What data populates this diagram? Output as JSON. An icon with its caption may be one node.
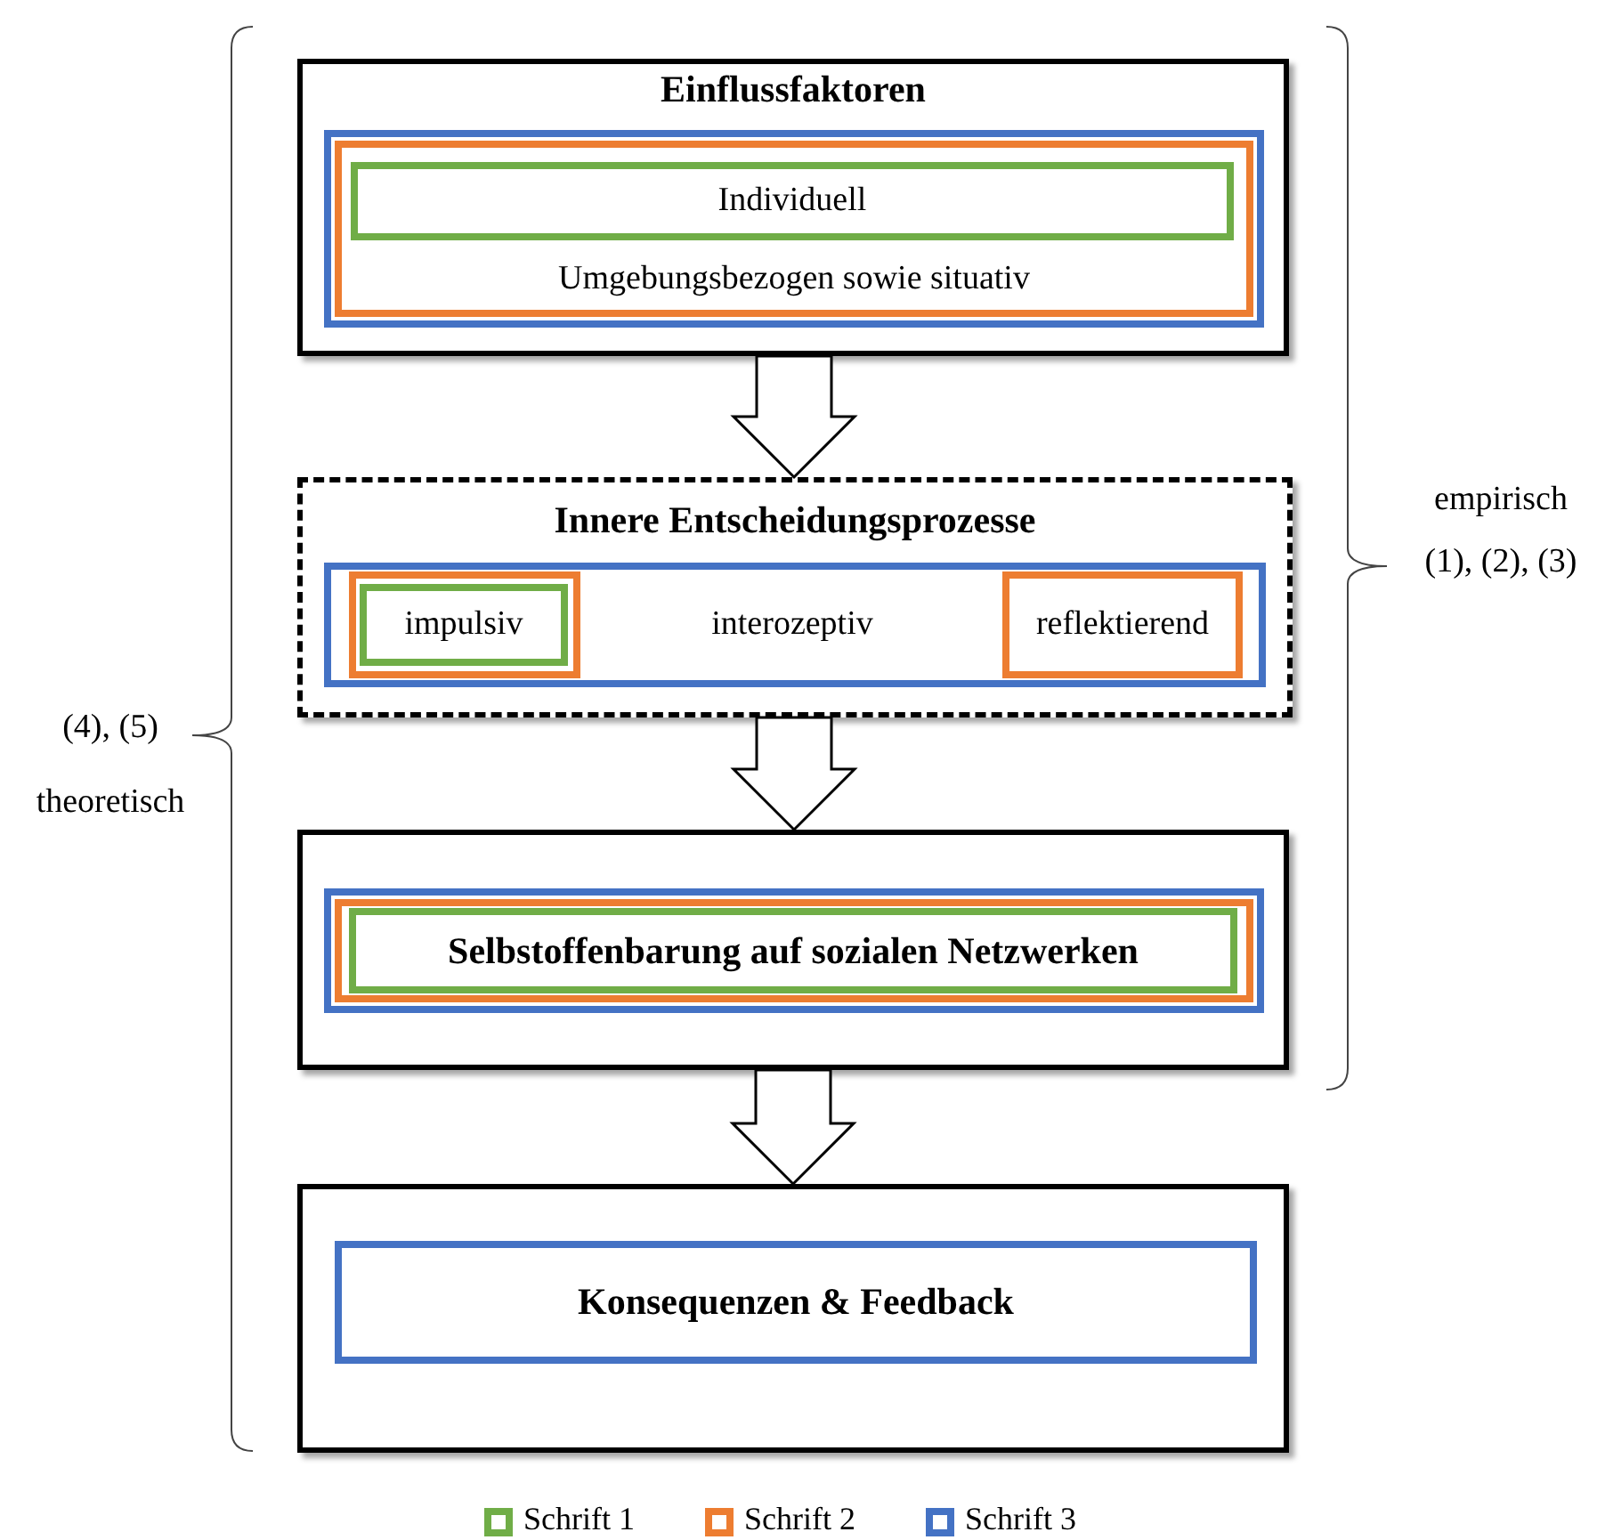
{
  "diagram": {
    "nodes": [
      {
        "text": [
          "Einflussfaktoren"
        ]
      },
      {
        "text": [],
        "shape": "box",
        "in": 0
      },
      {
        "text": [
          "Umgebungsbezogen sowie situativ"
        ],
        "in": 1
      },
      {
        "text": [
          "Individuell"
        ],
        "in": 2
      },
      {
        "text": [
          "Innere Entscheidungsprozesse"
        ]
      },
      {
        "text": [
          "interozeptiv"
        ],
        "in": 4
      },
      {
        "text": [],
        "shape": "box",
        "in": 5
      },
      {
        "text": [
          "impulsiv"
        ],
        "in": 6
      },
      {
        "text": [
          "reflektierend"
        ],
        "in": 5
      },
      {
        "text": [],
        "shape": "box"
      },
      {
        "text": [],
        "shape": "box",
        "in": 9
      },
      {
        "text": [],
        "shape": "box",
        "in": 10
      },
      {
        "text": [
          "Selbstoffenbarung auf sozialen Netzwerken"
        ],
        "in": 11
      },
      {
        "text": [],
        "shape": "box"
      },
      {
        "text": [
          "Konsequenzen & Feedback"
        ],
        "in": 13
      }
    ],
    "edges": [
      {
        "from": 0,
        "to": 4,
        "arrow": "to"
      },
      {
        "from": 4,
        "to": 9,
        "arrow": "to"
      },
      {
        "from": 9,
        "to": 13,
        "arrow": "to"
      }
    ],
    "labels": [
      "empirisch",
      "(1), (2), (3)",
      "(4), (5)",
      "theoretisch"
    ],
    "legend": [
      {
        "text": "Schrift 1",
        "color": "#70ad47"
      },
      {
        "text": "Schrift 2",
        "color": "#ed7d31"
      },
      {
        "text": "Schrift 3",
        "color": "#4472c4"
      }
    ]
  }
}
